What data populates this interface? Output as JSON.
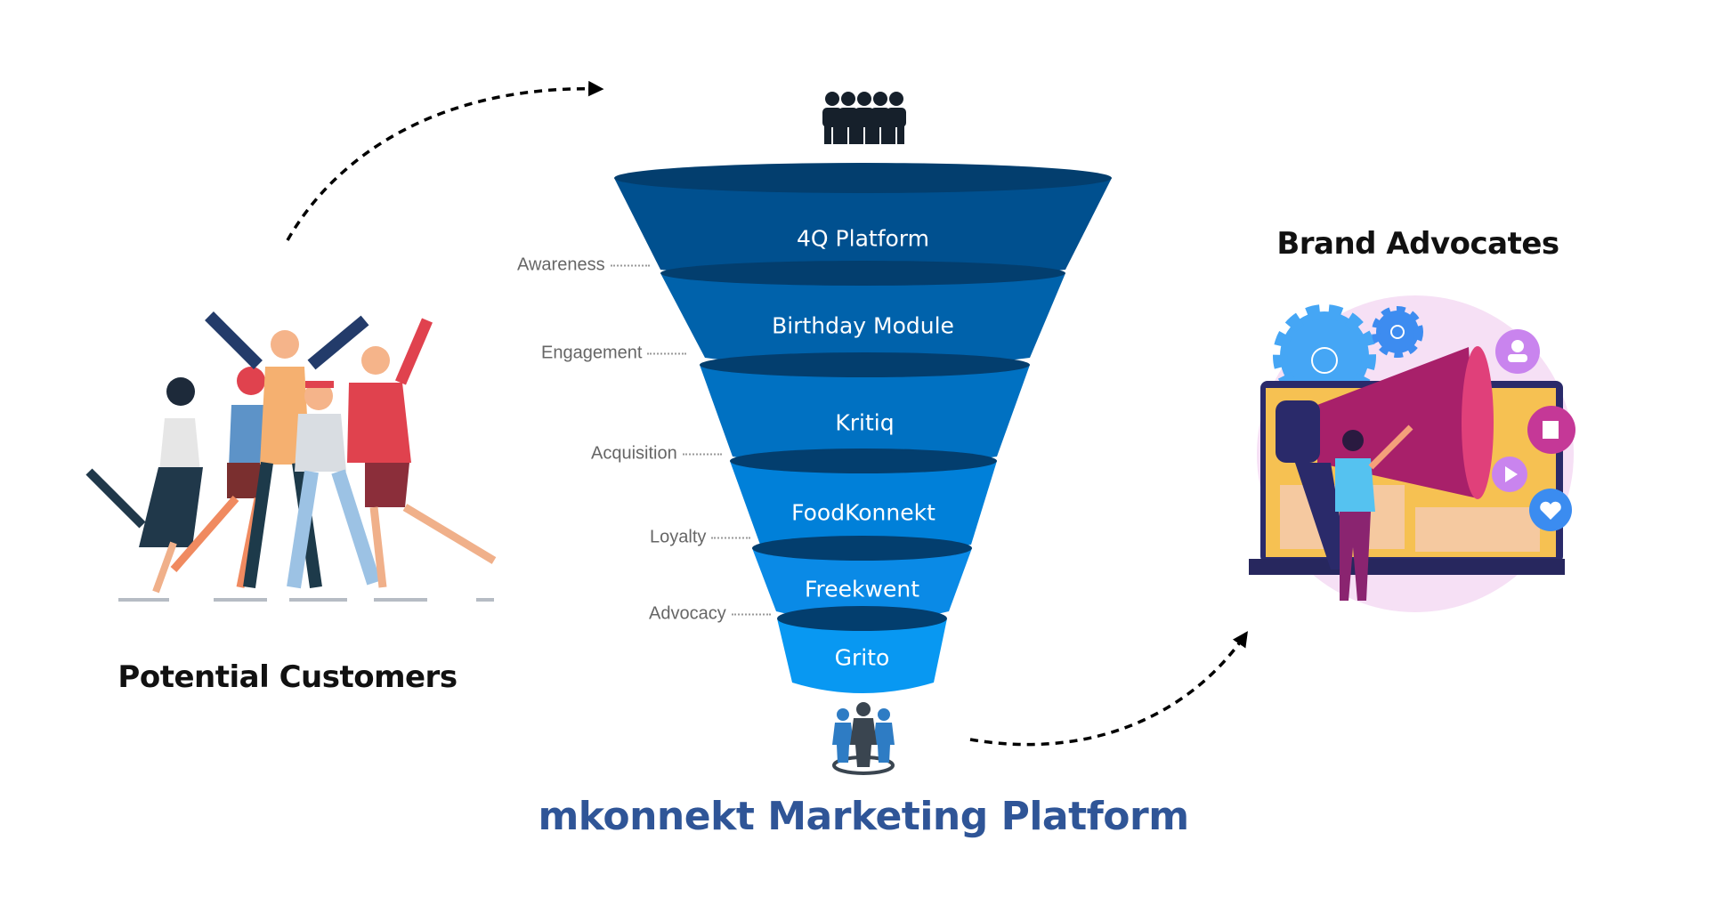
{
  "left_group": {
    "title": "Potential Customers"
  },
  "right_group": {
    "title": "Brand Advocates"
  },
  "platform": {
    "title": "mkonnekt Marketing Platform"
  },
  "funnel": {
    "segments": [
      {
        "label": "4Q Platform",
        "color": "#00508f"
      },
      {
        "label": "Birthday Module",
        "color": "#0062ab"
      },
      {
        "label": "Kritiq",
        "color": "#0071c2"
      },
      {
        "label": "FoodKonnekt",
        "color": "#0080d9"
      },
      {
        "label": "Freekwent",
        "color": "#0a8ae6"
      },
      {
        "label": "Grito",
        "color": "#0898f2"
      }
    ],
    "stages": [
      "Awareness",
      "Engagement",
      "Acquisition",
      "Loyalty",
      "Advocacy"
    ]
  },
  "colors": {
    "platform_text": "#2f5597",
    "funnel_rim": "#033e6e"
  }
}
